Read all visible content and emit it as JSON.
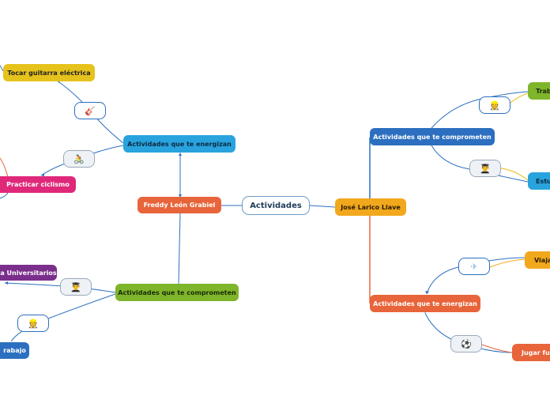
{
  "map": {
    "center": "Actividades",
    "left": {
      "person": "Freddy León Grabiel",
      "energizan": {
        "label": "Actividades que te energizan",
        "items": [
          {
            "label": "Tocar guitarra eléctrica",
            "icon": "guitar-icon",
            "glyph": "🎸"
          },
          {
            "label": "Practicar ciclismo",
            "icon": "cyclist-icon",
            "glyph": "🚴"
          }
        ]
      },
      "comprometen": {
        "label": "Actividades que te comprometen",
        "items": [
          {
            "label": "a Universitarios",
            "icon": "graduate-icon",
            "glyph": "👨‍🎓"
          },
          {
            "label": "rabajo",
            "icon": "worker-icon",
            "glyph": "👷"
          }
        ]
      }
    },
    "right": {
      "person": "José Larico Llave",
      "comprometen": {
        "label": "Actividades que te comprometen",
        "items": [
          {
            "label": "Trab",
            "icon": "worker-icon",
            "glyph": "👷"
          },
          {
            "label": "Estu",
            "icon": "graduate-icon",
            "glyph": "👨‍🎓"
          }
        ]
      },
      "energizan": {
        "label": "Actividades que te energizan",
        "items": [
          {
            "label": "Viaja",
            "icon": "airplane-icon",
            "glyph": "✈"
          },
          {
            "label": "Jugar fut",
            "icon": "soccer-ball-icon",
            "glyph": "⚽"
          }
        ]
      }
    }
  },
  "colors": {
    "blue": "#2c6fc0",
    "light_blue": "#29a3dd",
    "orange": "#e8643a",
    "yellow": "#e6c21c",
    "pink": "#e0287a",
    "purple": "#7b2f8c",
    "green": "#7eb52a",
    "amber": "#f2a81d"
  }
}
